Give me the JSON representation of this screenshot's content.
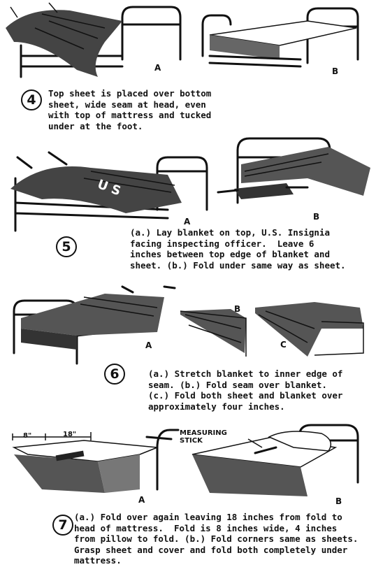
{
  "steps": [
    {
      "number": "4",
      "caption": "Top sheet is placed over bottom\nsheet, wide seam at head, even\nwith top of mattress and tucked\nunder at the foot.",
      "labels": [
        "A",
        "B"
      ]
    },
    {
      "number": "5",
      "caption": "(a.) Lay blanket on top, U.S. Insignia\nfacing inspecting officer.  Leave 6\ninches between top edge of blanket and\nsheet. (b.) Fold under same way as sheet.",
      "labels": [
        "A",
        "B"
      ],
      "insignia": "U S"
    },
    {
      "number": "6",
      "caption": "(a.) Stretch blanket to inner edge of\nseam. (b.) Fold seam over blanket.\n(c.) Fold both sheet and blanket over\napproximately four inches.",
      "labels": [
        "A",
        "B",
        "C"
      ]
    },
    {
      "number": "7",
      "caption": "(a.) Fold over again leaving 18 inches from fold to\nhead of mattress.  Fold is 8 inches wide, 4 inches\nfrom pillow to fold. (b.) Fold corners same as sheets.\nGrasp sheet and cover and fold both completely under\nmattress.",
      "labels": [
        "A",
        "B"
      ],
      "dimensions": [
        "8\"",
        "18\""
      ],
      "callout": "MEASURING STICK"
    }
  ]
}
